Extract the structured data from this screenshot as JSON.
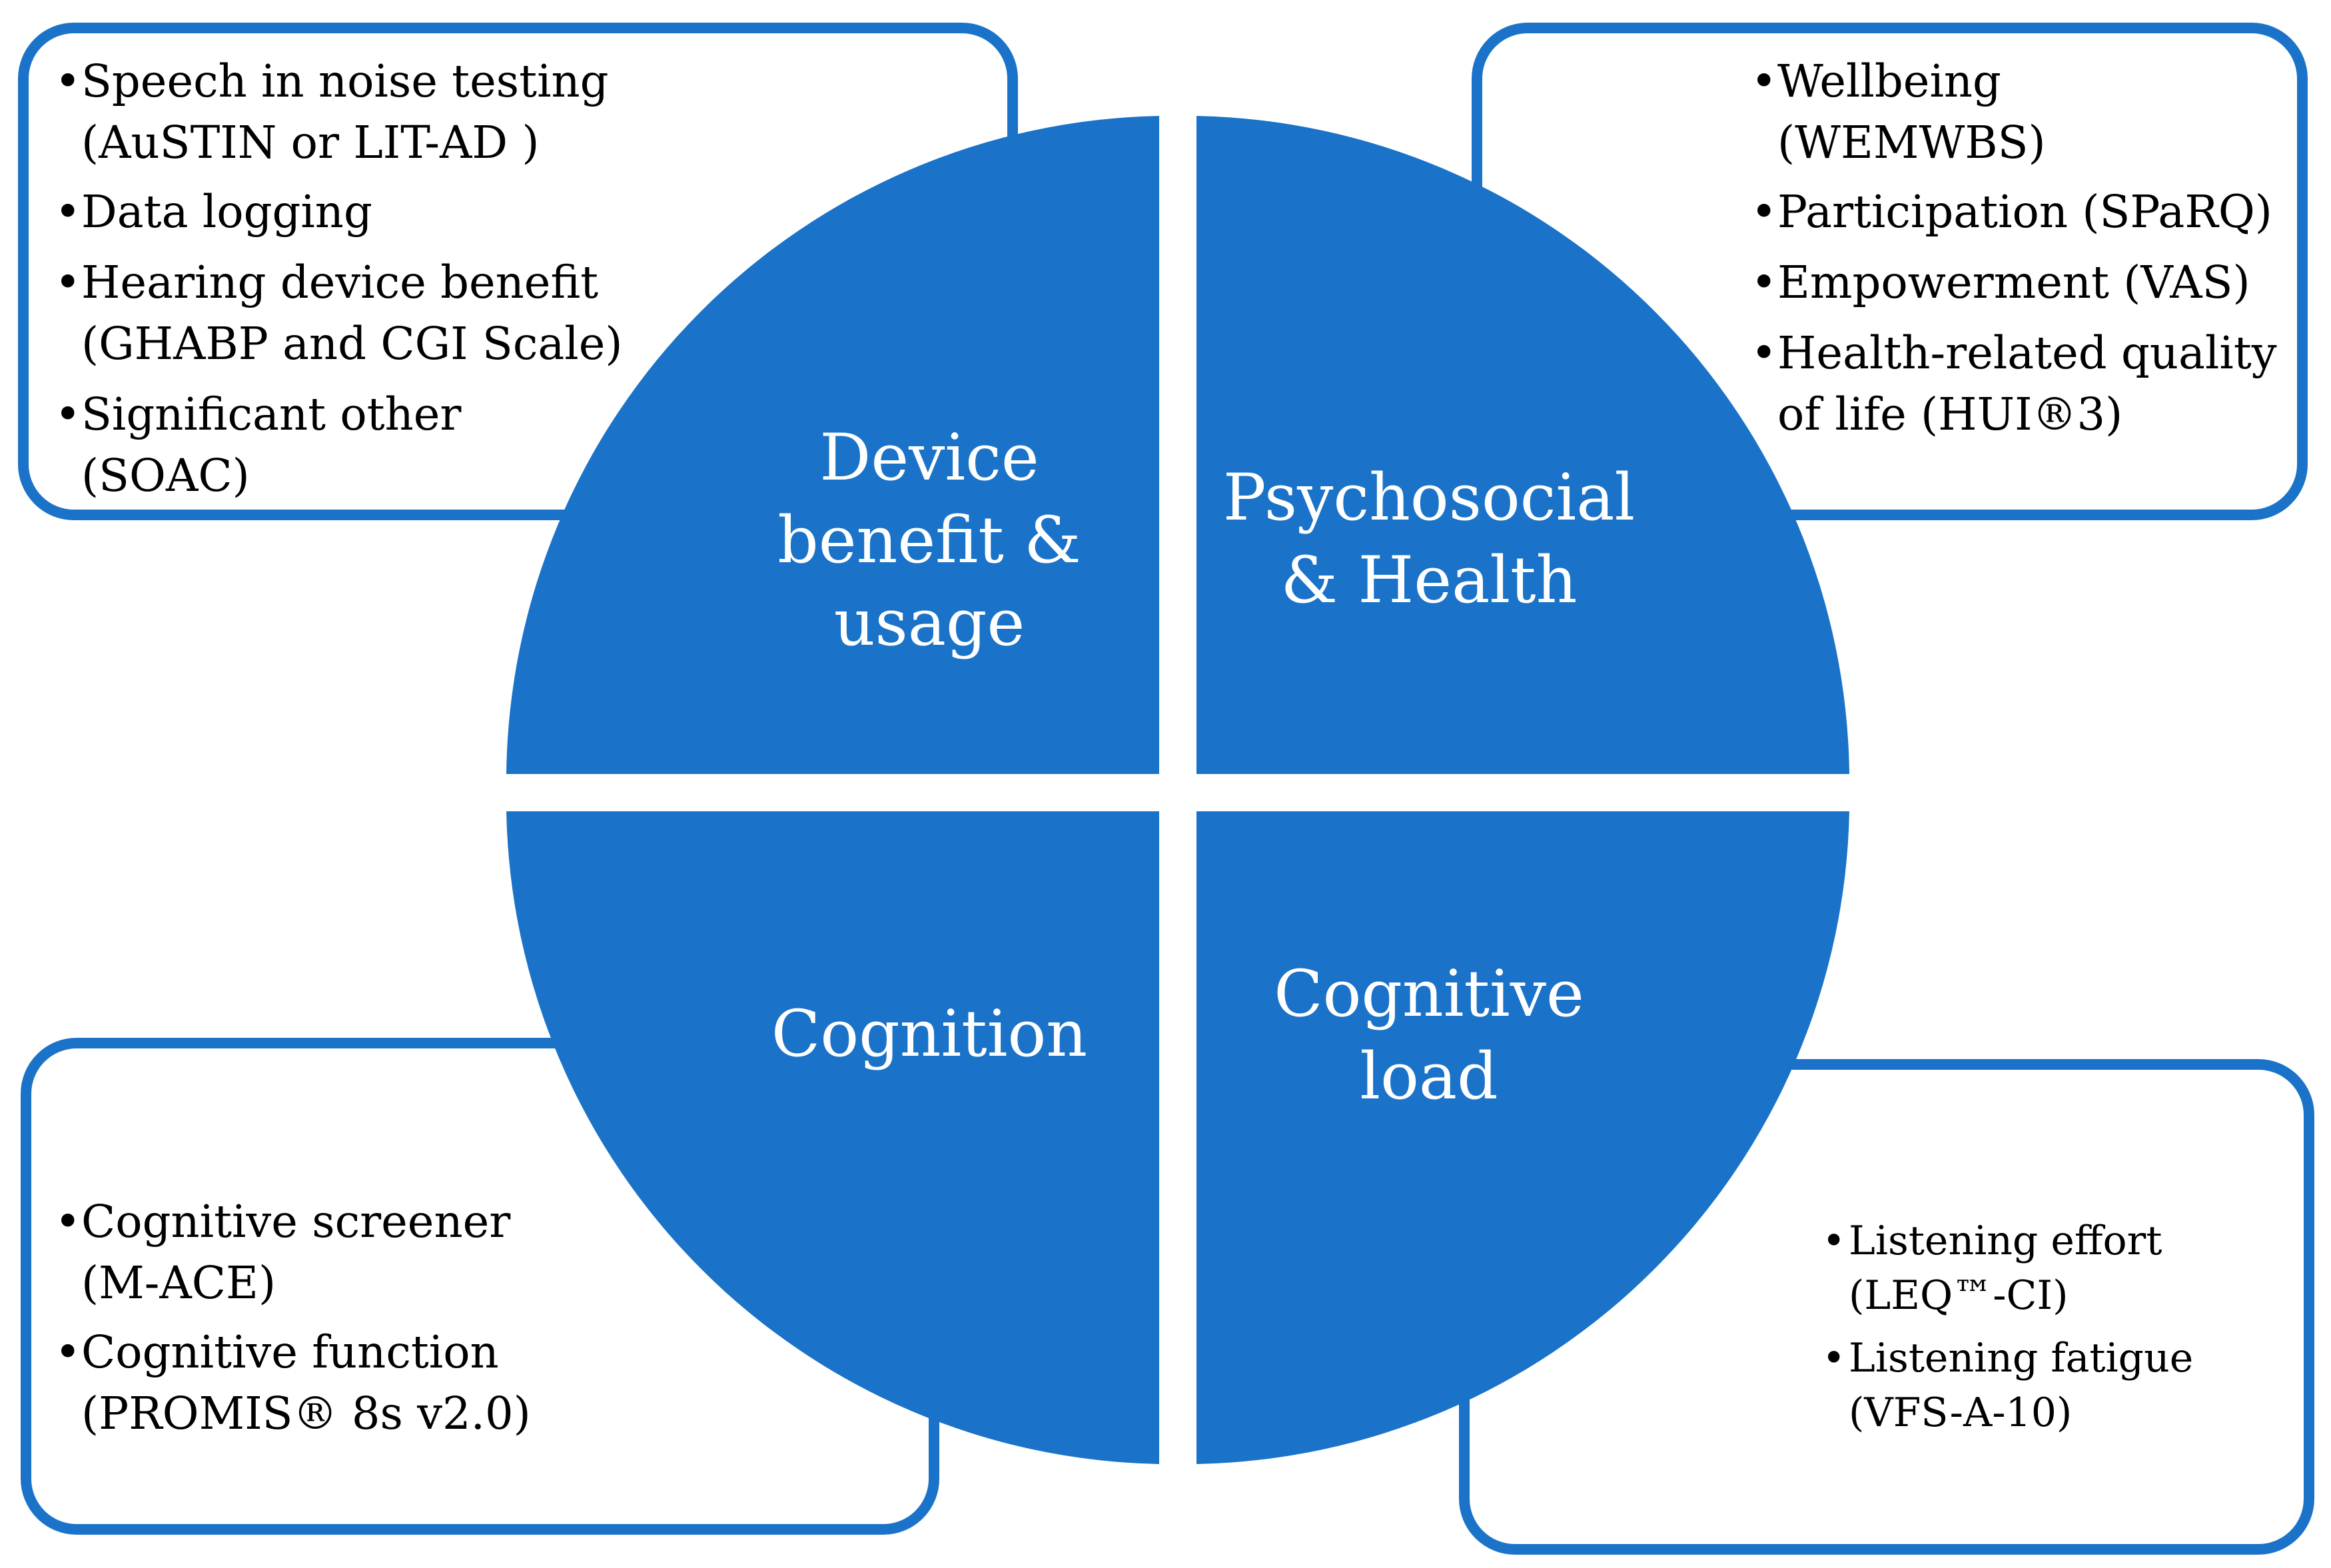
{
  "colors": {
    "accent": "#1a73c8",
    "background": "#ffffff",
    "label_text": "#ffffff",
    "box_text": "#000000"
  },
  "bullet_glyph": "•",
  "quadrants": {
    "top_left": "Device\nbenefit &\nusage",
    "top_right": "Psychosocial\n& Health",
    "bottom_left": "Cognition",
    "bottom_right": "Cognitive\nload"
  },
  "boxes": {
    "top_left": [
      "Speech in noise testing\n(AuSTIN or LIT-AD )",
      "Data logging",
      "Hearing device benefit\n(GHABP and CGI Scale)",
      "Significant other\n(SOAC)"
    ],
    "top_right": [
      "Wellbeing\n(WEMWBS)",
      "Participation (SPaRQ)",
      "Empowerment (VAS)",
      "Health-related quality\nof life (HUI®3)"
    ],
    "bottom_left": [
      "Cognitive screener\n(M-ACE)",
      "Cognitive function\n(PROMIS® 8s v2.0)"
    ],
    "bottom_right": [
      "Listening effort\n(LEQ™-CI)",
      "Listening fatigue\n(VFS-A-10)"
    ]
  }
}
